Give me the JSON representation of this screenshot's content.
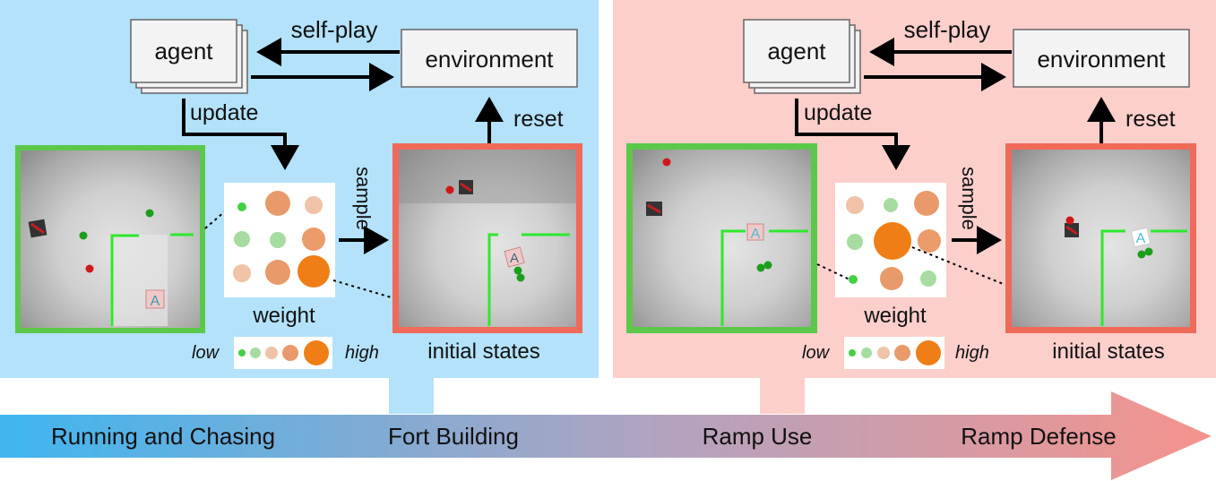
{
  "panel_left": {
    "bg": "#b3e2fa",
    "agent": "agent",
    "environment": "environment",
    "self_play": "self-play",
    "update": "update",
    "reset": "reset",
    "sample": "sample",
    "weight": "weight",
    "initial_states": "initial states",
    "legend_low": "low",
    "legend_high": "high",
    "map_box_letter": "A"
  },
  "panel_right": {
    "bg": "#fccfcb",
    "agent": "agent",
    "environment": "environment",
    "self_play": "self-play",
    "update": "update",
    "reset": "reset",
    "sample": "sample",
    "weight": "weight",
    "initial_states": "initial states",
    "legend_low": "low",
    "legend_high": "high",
    "map_box_letter": "A"
  },
  "stages": [
    "Running and Chasing",
    "Fort Building",
    "Ramp Use",
    "Ramp Defense"
  ],
  "colors": {
    "green_frame": "#5cc84a",
    "red_frame": "#f06a5a",
    "orange": "#f07e16",
    "arrow_start": "#3fb6ef",
    "arrow_end": "#f5938c"
  },
  "icons": {
    "weight_levels": "circle-scale-icon",
    "hider_agent": "green-agent-icon",
    "seeker_agent": "red-agent-icon",
    "box": "box-icon",
    "ramp": "ramp-icon"
  }
}
